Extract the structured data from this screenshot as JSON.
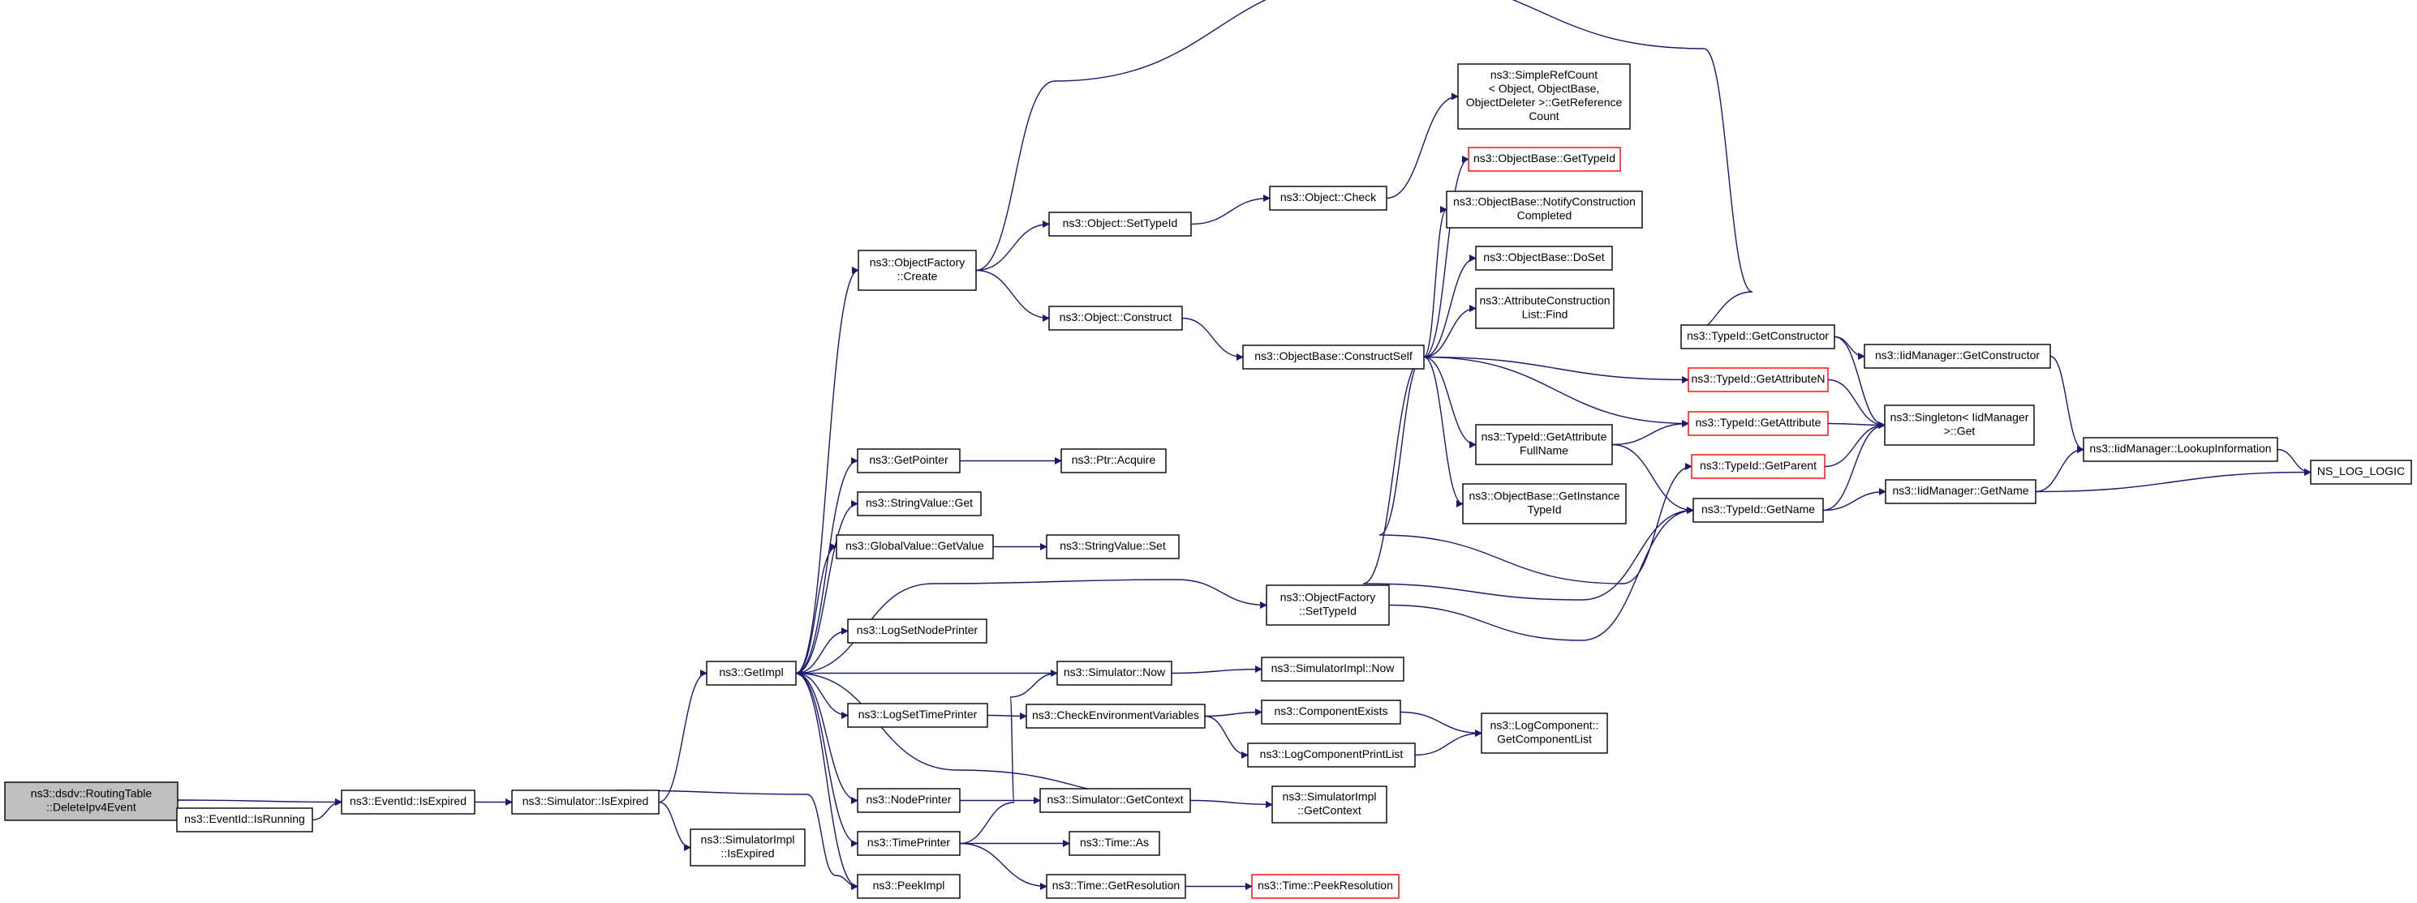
{
  "nodes": {
    "root": [
      "ns3::dsdv::RoutingTable",
      "::DeleteIpv4Event"
    ],
    "isRunning": [
      "ns3::EventId::IsRunning"
    ],
    "evIsExpired": [
      "ns3::EventId::IsExpired"
    ],
    "simIsExpired": [
      "ns3::Simulator::IsExpired"
    ],
    "implIsExpired": [
      "ns3::SimulatorImpl",
      "::IsExpired"
    ],
    "getImpl": [
      "ns3::GetImpl"
    ],
    "peekImpl": [
      "ns3::PeekImpl"
    ],
    "ofCreate": [
      "ns3::ObjectFactory",
      "::Create"
    ],
    "getPointer": [
      "ns3::GetPointer"
    ],
    "strGet": [
      "ns3::StringValue::Get"
    ],
    "gvGetValue": [
      "ns3::GlobalValue::GetValue"
    ],
    "logSetNodePrinter": [
      "ns3::LogSetNodePrinter"
    ],
    "logSetTimePrinter": [
      "ns3::LogSetTimePrinter"
    ],
    "nodePrinter": [
      "ns3::NodePrinter"
    ],
    "timePrinter": [
      "ns3::TimePrinter"
    ],
    "objSetTypeId": [
      "ns3::Object::SetTypeId"
    ],
    "objConstruct": [
      "ns3::Object::Construct"
    ],
    "ptrAcquire": [
      "ns3::Ptr::Acquire"
    ],
    "strSet": [
      "ns3::StringValue::Set"
    ],
    "simNow": [
      "ns3::Simulator::Now"
    ],
    "checkEnv": [
      "ns3::CheckEnvironmentVariables"
    ],
    "simGetContext": [
      "ns3::Simulator::GetContext"
    ],
    "timeAs": [
      "ns3::Time::As"
    ],
    "timeGetRes": [
      "ns3::Time::GetResolution"
    ],
    "objCheck": [
      "ns3::Object::Check"
    ],
    "obConstructSelf": [
      "ns3::ObjectBase::ConstructSelf"
    ],
    "ofSetTypeId": [
      "ns3::ObjectFactory",
      "::SetTypeId"
    ],
    "implNow": [
      "ns3::SimulatorImpl::Now"
    ],
    "compExists": [
      "ns3::ComponentExists"
    ],
    "logCompPrintList": [
      "ns3::LogComponentPrintList"
    ],
    "implGetContext": [
      "ns3::SimulatorImpl",
      "::GetContext"
    ],
    "timePeekRes": [
      "ns3::Time::PeekResolution"
    ],
    "simpleRefCount": [
      "ns3::SimpleRefCount",
      "< Object, ObjectBase,",
      "ObjectDeleter >::GetReference",
      "Count"
    ],
    "obGetTypeId": [
      "ns3::ObjectBase::GetTypeId"
    ],
    "obNotify": [
      "ns3::ObjectBase::NotifyConstruction",
      "Completed"
    ],
    "obDoSet": [
      "ns3::ObjectBase::DoSet"
    ],
    "acListFind": [
      "ns3::AttributeConstruction",
      "List::Find"
    ],
    "tidGetAttrFullName": [
      "ns3::TypeId::GetAttribute",
      "FullName"
    ],
    "obGetInstanceTypeId": [
      "ns3::ObjectBase::GetInstance",
      "TypeId"
    ],
    "logCompGetList": [
      "ns3::LogComponent::",
      "GetComponentList"
    ],
    "tidGetConstructor": [
      "ns3::TypeId::GetConstructor"
    ],
    "tidGetAttributeN": [
      "ns3::TypeId::GetAttributeN"
    ],
    "tidGetAttribute": [
      "ns3::TypeId::GetAttribute"
    ],
    "tidGetParent": [
      "ns3::TypeId::GetParent"
    ],
    "tidGetName": [
      "ns3::TypeId::GetName"
    ],
    "iidGetConstructor": [
      "ns3::IidManager::GetConstructor"
    ],
    "singletonGet": [
      "ns3::Singleton< IidManager",
      ">::Get"
    ],
    "iidGetName": [
      "ns3::IidManager::GetName"
    ],
    "iidLookup": [
      "ns3::IidManager::LookupInformation"
    ],
    "nsLogLogic": [
      "NS_LOG_LOGIC"
    ]
  }
}
